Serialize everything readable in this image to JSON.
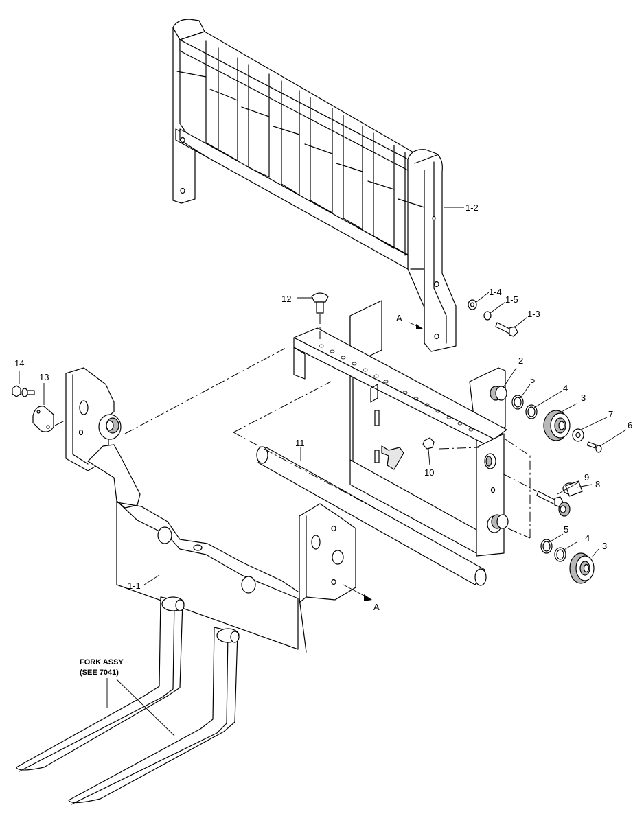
{
  "callouts": {
    "c1_2": "1-2",
    "c1_4": "1-4",
    "c1_5": "1-5",
    "c1_3": "1-3",
    "c12": "12",
    "cA_top": "A",
    "c2": "2",
    "c5_top": "5",
    "c4_top": "4",
    "c3_top": "3",
    "c7": "7",
    "c6": "6",
    "c14": "14",
    "c13": "13",
    "c11": "11",
    "c10": "10",
    "c9": "9",
    "c8": "8",
    "c5_bot": "5",
    "c4_bot": "4",
    "c3_bot": "3",
    "c1_1": "1-1",
    "cA_bot": "A"
  },
  "note": {
    "line1": "FORK ASSY",
    "line2": "(SEE 7041)"
  }
}
